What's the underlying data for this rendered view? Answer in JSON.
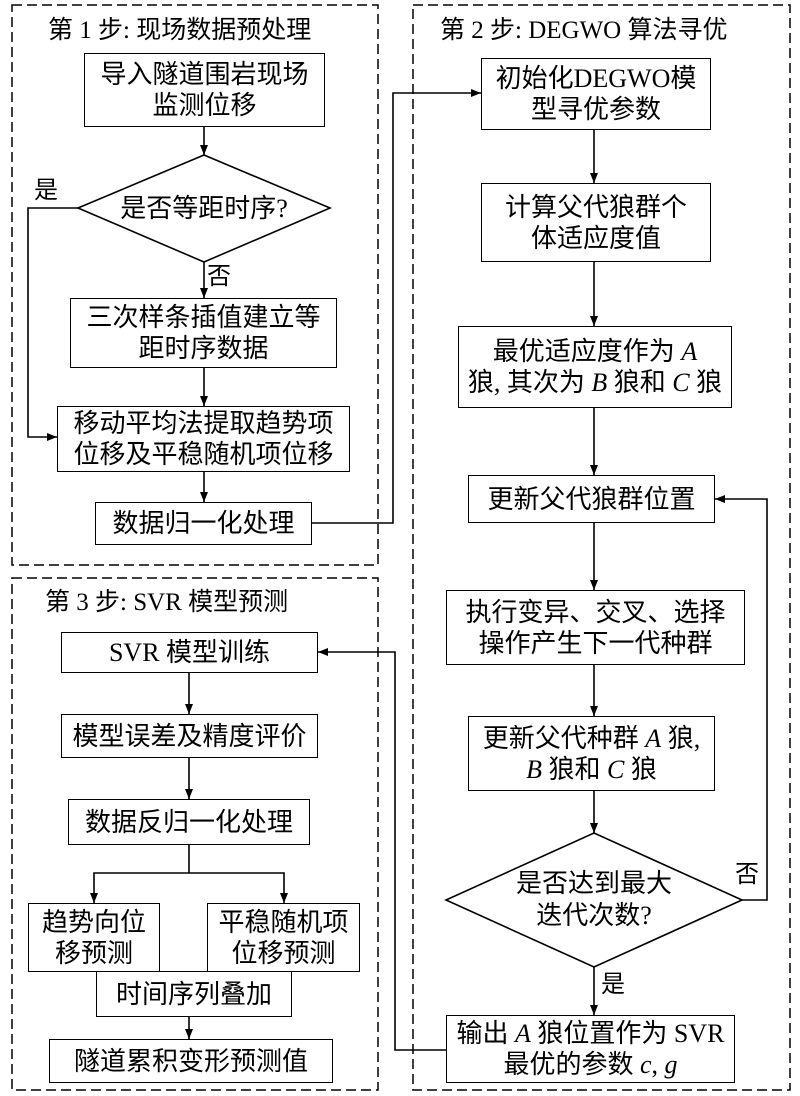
{
  "step1": {
    "title": "第 1 步: 现场数据预处理",
    "import_box": [
      "导入隧道围岩现场",
      "监测位移"
    ],
    "decision": "是否等距时序?",
    "yes_label": "是",
    "no_label": "否",
    "spline_box": [
      "三次样条插值建立等",
      "距时序数据"
    ],
    "moving_average_box": [
      "移动平均法提取趋势项",
      "位移及平稳随机项位移"
    ],
    "normalize_box": "数据归一化处理"
  },
  "step2": {
    "title": "第 2 步: DEGWO 算法寻优",
    "init_box": [
      "初始化DEGWO模",
      "型寻优参数"
    ],
    "fitness_box": [
      "计算父代狼群个",
      "体适应度值"
    ],
    "rank_box": {
      "line1": [
        "最优适应度作为 ",
        "A"
      ],
      "line2": [
        "狼, 其次为 ",
        "B",
        " 狼和 ",
        "C",
        " 狼"
      ]
    },
    "update_position_box": "更新父代狼群位置",
    "evolve_box": [
      "执行变异、交叉、选择",
      "操作产生下一代种群"
    ],
    "update_wolves_box": {
      "line1": [
        "更新父代种群 ",
        "A",
        " 狼,"
      ],
      "line2": [
        "B",
        " 狼和 ",
        "C",
        " 狼"
      ]
    },
    "decision": [
      "是否达到最大",
      "迭代次数?"
    ],
    "no_label": "否",
    "yes_label": "是",
    "output_box": {
      "line1": [
        "输出 ",
        "A",
        " 狼位置作为 SVR"
      ],
      "line2": [
        "最优的参数 ",
        "c",
        ", ",
        "g"
      ]
    }
  },
  "step3": {
    "title": "第 3 步: SVR 模型预测",
    "train_box": "SVR 模型训练",
    "evaluate_box": "模型误差及精度评价",
    "denormalize_box": "数据反归一化处理",
    "trend_box": [
      "趋势向位",
      "移预测"
    ],
    "random_box": [
      "平稳随机项",
      "位移预测"
    ],
    "superpose_box": "时间序列叠加",
    "final_box": "隧道累积变形预测值"
  }
}
